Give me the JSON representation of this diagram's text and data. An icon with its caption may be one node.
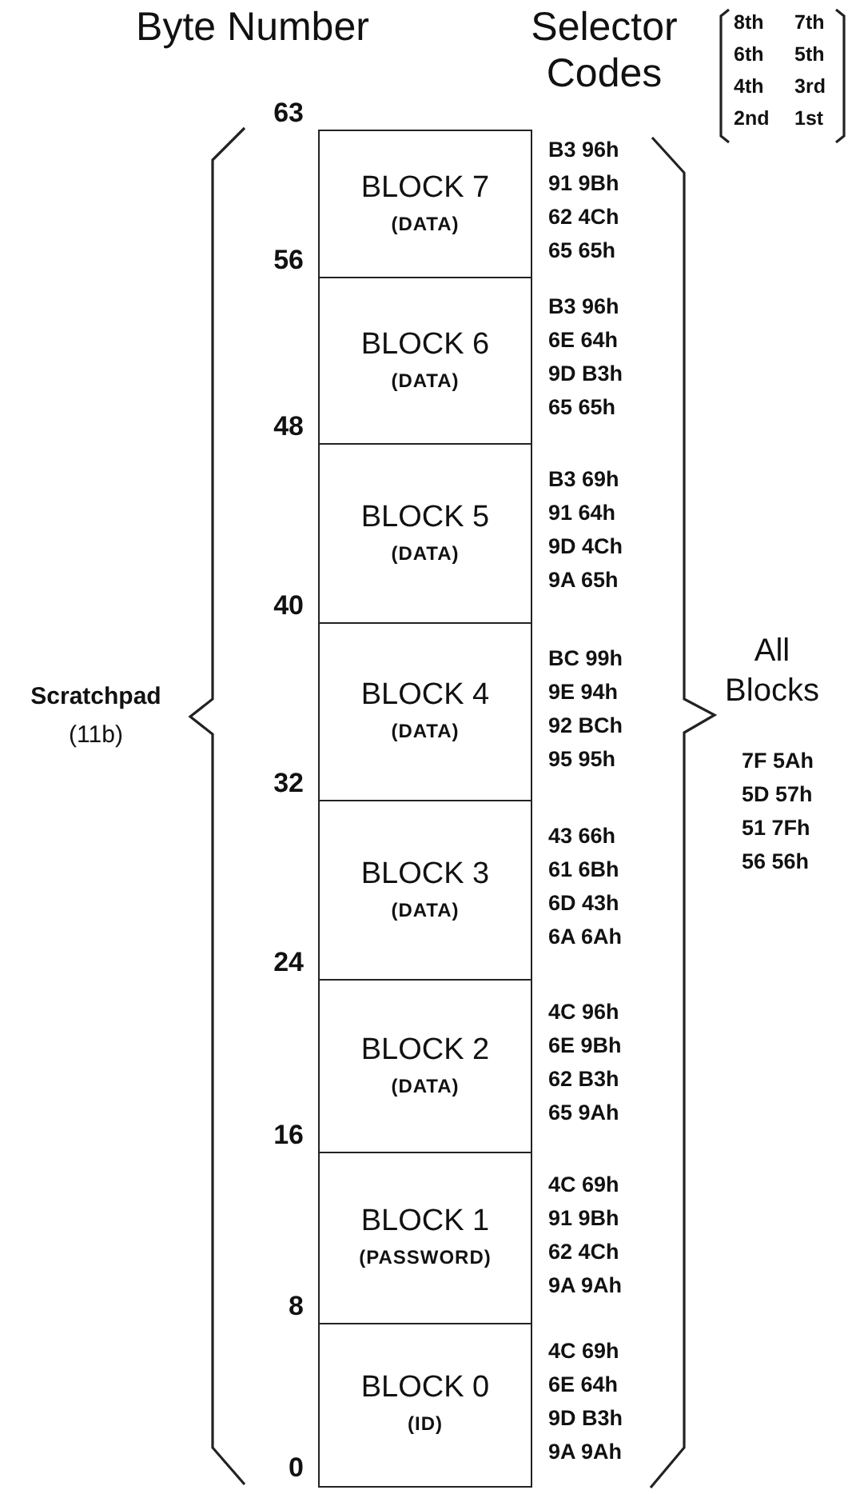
{
  "diagram": {
    "nodes": [
      {
        "text": [
          "BLOCK 7",
          "(DATA)"
        ],
        "beside": [
          "B3 96h",
          "91 9Bh",
          "62 4Ch",
          "65 65h"
        ]
      },
      {
        "text": [
          "BLOCK 6",
          "(DATA)"
        ],
        "beside": [
          "B3 96h",
          "6E 64h",
          "9D B3h",
          "65 65h"
        ]
      },
      {
        "text": [
          "BLOCK 5",
          "(DATA)"
        ],
        "beside": [
          "B3 69h",
          "91 64h",
          "9D 4Ch",
          "9A 65h"
        ]
      },
      {
        "text": [
          "BLOCK 4",
          "(DATA)"
        ],
        "beside": [
          "BC 99h",
          "9E 94h",
          "92 BCh",
          "95 95h"
        ]
      },
      {
        "text": [
          "BLOCK 3",
          "(DATA)"
        ],
        "beside": [
          "43 66h",
          "61 6Bh",
          "6D 43h",
          "6A 6Ah"
        ]
      },
      {
        "text": [
          "BLOCK 2",
          "(DATA)"
        ],
        "beside": [
          "4C 96h",
          "6E 9Bh",
          "62 B3h",
          "65 9Ah"
        ]
      },
      {
        "text": [
          "BLOCK 1",
          "(PASSWORD)"
        ],
        "beside": [
          "4C 69h",
          "91 9Bh",
          "62 4Ch",
          "9A 9Ah"
        ]
      },
      {
        "text": [
          "BLOCK 0",
          "(ID)"
        ],
        "beside": [
          "4C 69h",
          "6E 64h",
          "9D B3h",
          "9A 9Ah"
        ]
      }
    ],
    "labels": [
      "Byte Number",
      "Selector Codes",
      "8th",
      "7th",
      "6th",
      "5th",
      "4th",
      "3rd",
      "2nd",
      "1st",
      "63",
      "56",
      "48",
      "40",
      "32",
      "24",
      "16",
      "8",
      "0",
      "Scratchpad",
      "(11b)",
      "All Blocks",
      "7F 5Ah",
      "5D 57h",
      "51 7Fh",
      "56 56h"
    ]
  }
}
